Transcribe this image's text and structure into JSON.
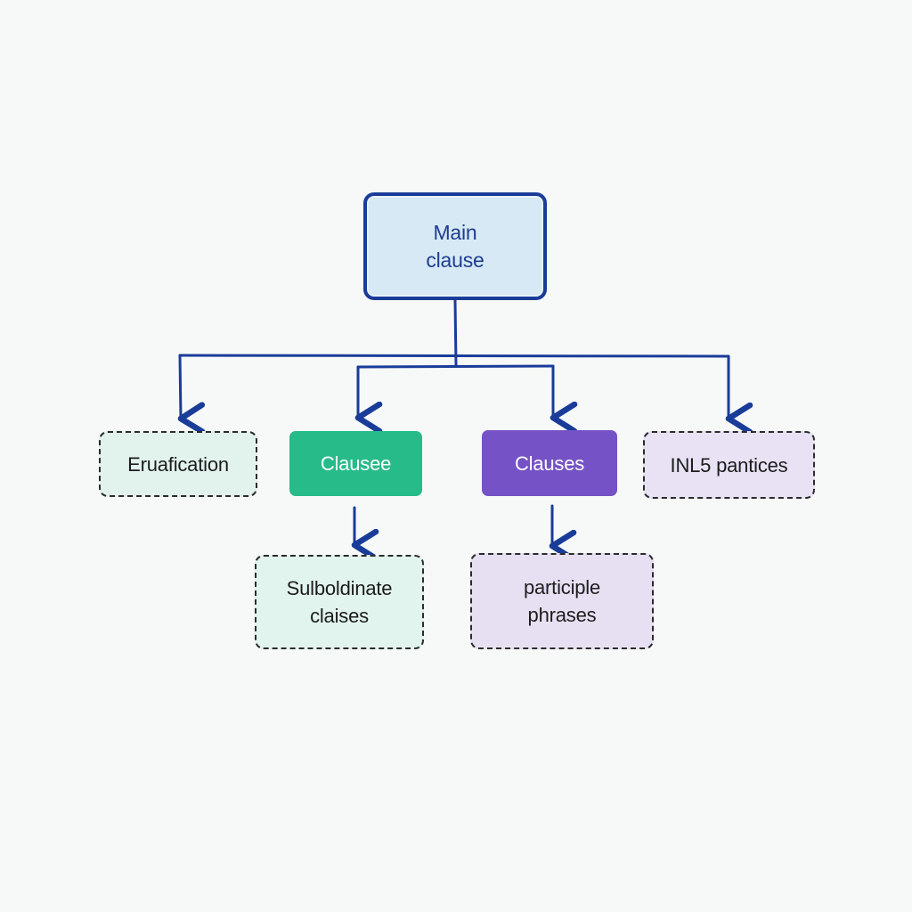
{
  "diagram": {
    "root": {
      "label": "Main\nclause"
    },
    "children": [
      {
        "id": "erua",
        "label": "Eruafication"
      },
      {
        "id": "clausee",
        "label": "Clausee"
      },
      {
        "id": "clauses",
        "label": "Clauses"
      },
      {
        "id": "inl5",
        "label": "INL5 pantices"
      }
    ],
    "grandchildren": [
      {
        "id": "subord",
        "parent": "clausee",
        "label": "Sulboldinate\nclaises"
      },
      {
        "id": "participle",
        "parent": "clauses",
        "label": "participle\nphrases"
      }
    ],
    "colors": {
      "connector": "#1a3c99",
      "root_fill": "#d6e9f5",
      "teal_accent": "#27bb8a",
      "purple_accent": "#7552c5",
      "light_teal": "#e2f3ee",
      "light_purple": "#e8e2f4",
      "background": "#f7f9f8"
    }
  }
}
